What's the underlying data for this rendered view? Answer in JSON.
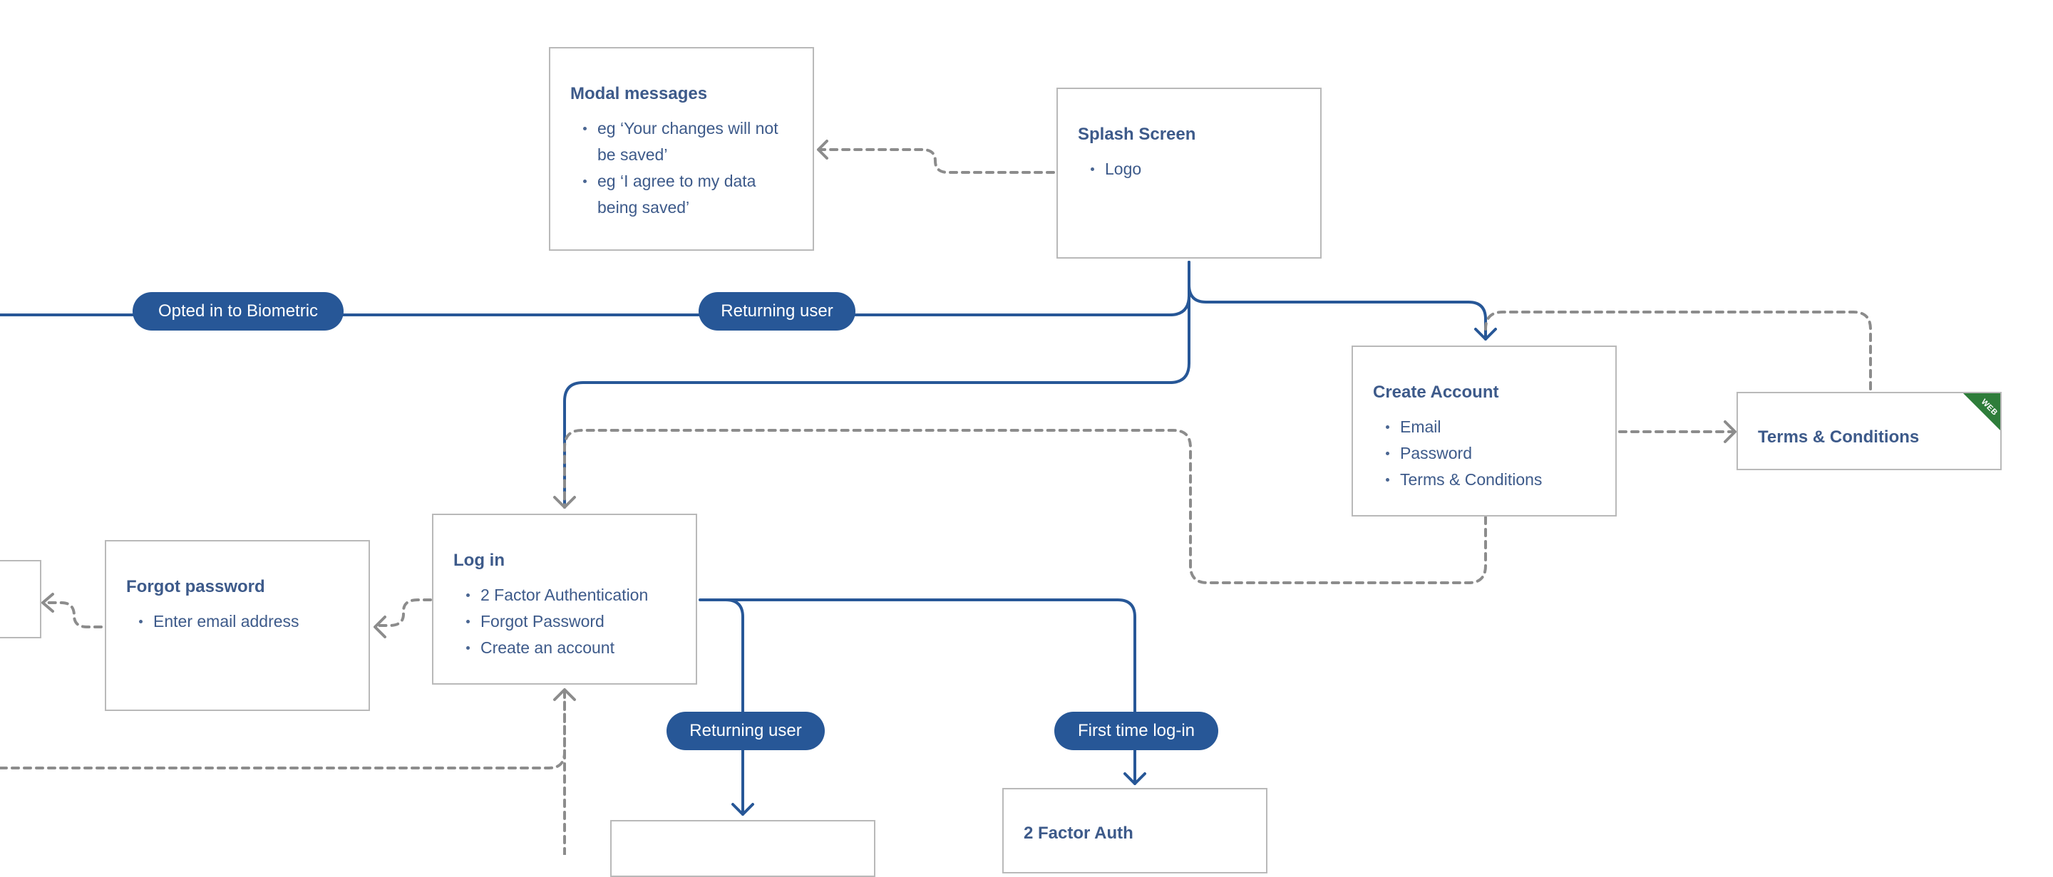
{
  "colors": {
    "flow_solid": "#275797",
    "flow_dashed": "#8c8c8c",
    "node_border": "#b9b9b9",
    "text": "#3d5a8a",
    "web_badge": "#2e7d3a"
  },
  "nodes": {
    "modal_messages": {
      "title": "Modal messages",
      "items": [
        "eg ‘Your changes will not be saved’",
        "eg ‘I agree to my data being saved’"
      ]
    },
    "splash_screen": {
      "title": "Splash Screen",
      "items": [
        "Logo"
      ]
    },
    "create_account": {
      "title": "Create Account",
      "items": [
        "Email",
        "Password",
        "Terms & Conditions"
      ]
    },
    "terms_conditions": {
      "title": "Terms & Conditions",
      "badge": "WEB"
    },
    "log_in": {
      "title": "Log in",
      "items": [
        "2 Factor Authentication",
        "Forgot Password",
        "Create an account"
      ]
    },
    "forgot_password": {
      "title": "Forgot password",
      "items": [
        "Enter email address"
      ]
    },
    "two_factor_auth": {
      "title": "2 Factor Auth"
    }
  },
  "labels": {
    "opted_in_biometric": "Opted in to Biometric",
    "returning_user_top": "Returning user",
    "returning_user_bottom": "Returning user",
    "first_time_login": "First time log-in"
  }
}
